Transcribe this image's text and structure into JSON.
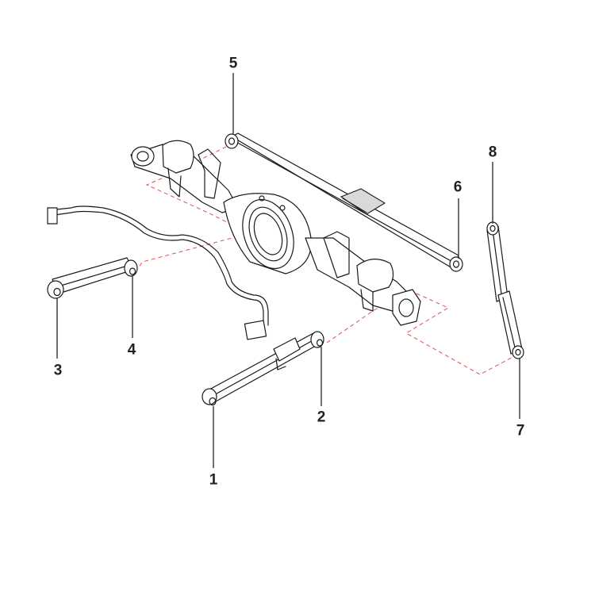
{
  "diagram": {
    "callouts": [
      {
        "id": "1",
        "label": "1"
      },
      {
        "id": "2",
        "label": "2"
      },
      {
        "id": "3",
        "label": "3"
      },
      {
        "id": "4",
        "label": "4"
      },
      {
        "id": "5",
        "label": "5"
      },
      {
        "id": "6",
        "label": "6"
      },
      {
        "id": "7",
        "label": "7"
      },
      {
        "id": "8",
        "label": "8"
      }
    ],
    "colors": {
      "line": "#1a1a1a",
      "leader": "#333333",
      "guide": "#e05050",
      "fill": "#ffffff",
      "shade": "#d9d9d9"
    }
  }
}
